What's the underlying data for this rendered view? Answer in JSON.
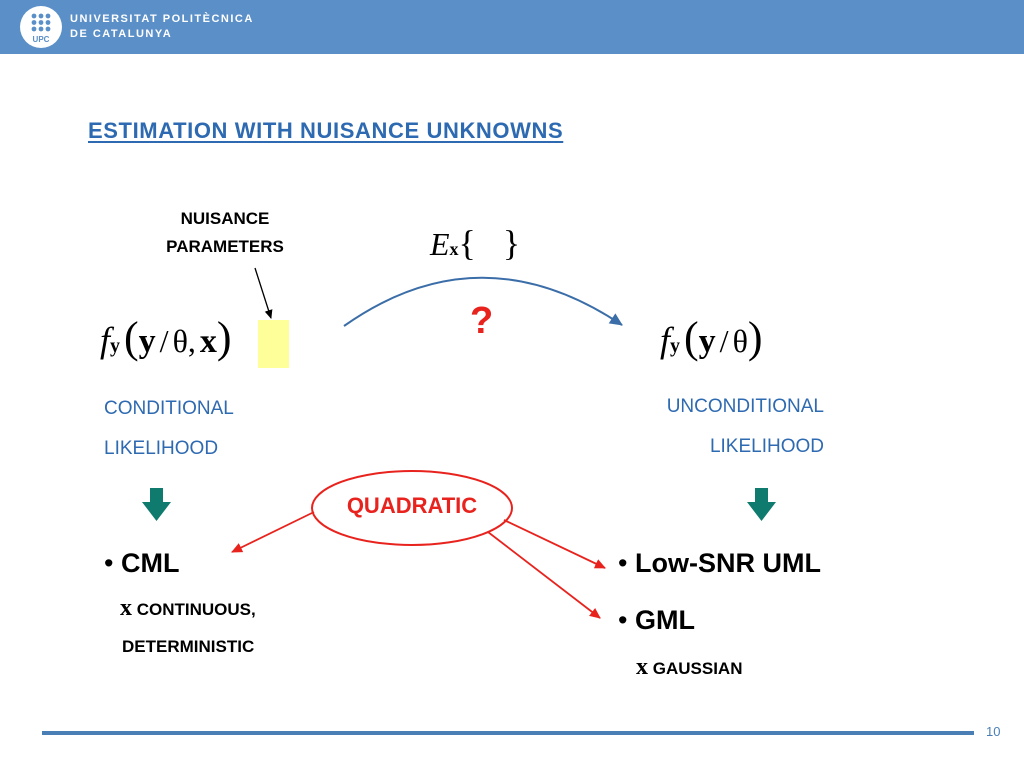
{
  "header": {
    "logo_text": "UPC",
    "university_line1": "UNIVERSITAT POLITÈCNICA",
    "university_line2": "DE CATALUNYA"
  },
  "slide": {
    "title": "ESTIMATION WITH NUISANCE UNKNOWNS",
    "nuisance_line1": "NUISANCE",
    "nuisance_line2": "PARAMETERS",
    "expectation": {
      "op": "E",
      "sub": "x",
      "braces": "{   }"
    },
    "question_mark": "?",
    "left_formula": {
      "f": "f",
      "sub": "y",
      "y": "y",
      "slash": "/",
      "theta": "θ,",
      "x": "x"
    },
    "right_formula": {
      "f": "f",
      "sub": "y",
      "y": "y",
      "slash": "/",
      "theta": "θ"
    },
    "left_label_1": "CONDITIONAL",
    "left_label_2": "LIKELIHOOD",
    "right_label_1": "UNCONDITIONAL",
    "right_label_2": "LIKELIHOOD",
    "quadratic": "QUADRATIC",
    "bullet_cml": "CML",
    "cml_desc_symbol": "x",
    "cml_desc_1": "CONTINUOUS,",
    "cml_desc_2": "DETERMINISTIC",
    "bullet_lowsnr": "Low-SNR UML",
    "bullet_gml": "GML",
    "gml_desc_symbol": "x",
    "gml_desc": "GAUSSIAN",
    "page_number": "10"
  },
  "colors": {
    "header_bg": "#5b8fc7",
    "title_blue": "#2e6ab1",
    "accent_red": "#e8231e",
    "arrow_teal": "#0f7a6e",
    "highlight": "#ffff99"
  }
}
